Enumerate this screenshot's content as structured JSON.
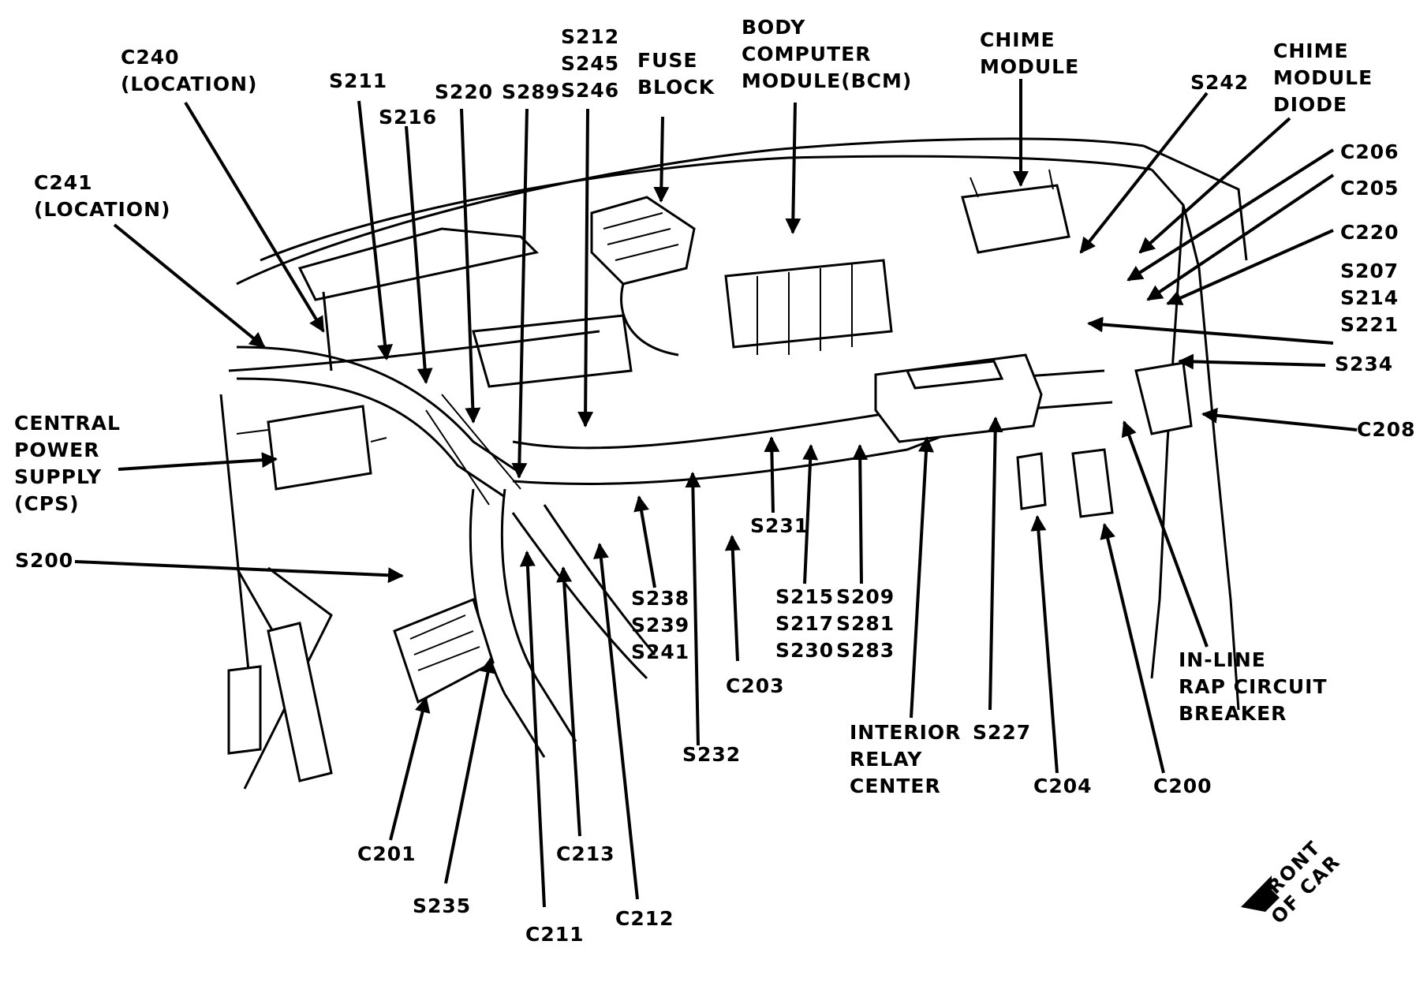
{
  "labels": {
    "c240": [
      "C240",
      "(LOCATION)"
    ],
    "s211": [
      "S211"
    ],
    "s216": [
      "S216"
    ],
    "s220": [
      "S220"
    ],
    "s289": [
      "S289"
    ],
    "s212_group": [
      "S212",
      "S245",
      "S246"
    ],
    "fuse_block": [
      "FUSE",
      "BLOCK"
    ],
    "bcm": [
      "BODY",
      "COMPUTER",
      "MODULE(BCM)"
    ],
    "chime_module": [
      "CHIME",
      "MODULE"
    ],
    "s242": [
      "S242"
    ],
    "chime_diode": [
      "CHIME",
      "MODULE",
      "DIODE"
    ],
    "c206": [
      "C206"
    ],
    "c205": [
      "C205"
    ],
    "c220": [
      "C220"
    ],
    "s207_group": [
      "S207",
      "S214",
      "S221"
    ],
    "s234": [
      "S234"
    ],
    "c208": [
      "C208"
    ],
    "c241": [
      "C241",
      "(LOCATION)"
    ],
    "cps": [
      "CENTRAL",
      "POWER",
      "SUPPLY",
      "(CPS)"
    ],
    "s200": [
      "S200"
    ],
    "s231": [
      "S231"
    ],
    "s238_group": [
      "S238",
      "S239",
      "S241"
    ],
    "s215_group": [
      "S215",
      "S217",
      "S230"
    ],
    "s209_group": [
      "S209",
      "S281",
      "S283"
    ],
    "c203": [
      "C203"
    ],
    "s232": [
      "S232"
    ],
    "relay_center": [
      "INTERIOR",
      "RELAY",
      "CENTER"
    ],
    "s227": [
      "S227"
    ],
    "c204": [
      "C204"
    ],
    "c200": [
      "C200"
    ],
    "rap_breaker": [
      "IN-LINE",
      "RAP CIRCUIT",
      "BREAKER"
    ],
    "c201": [
      "C201"
    ],
    "c213": [
      "C213"
    ],
    "s235": [
      "S235"
    ],
    "c211": [
      "C211"
    ],
    "c212": [
      "C212"
    ]
  },
  "front_indicator": [
    "FRONT",
    "OF CAR"
  ]
}
